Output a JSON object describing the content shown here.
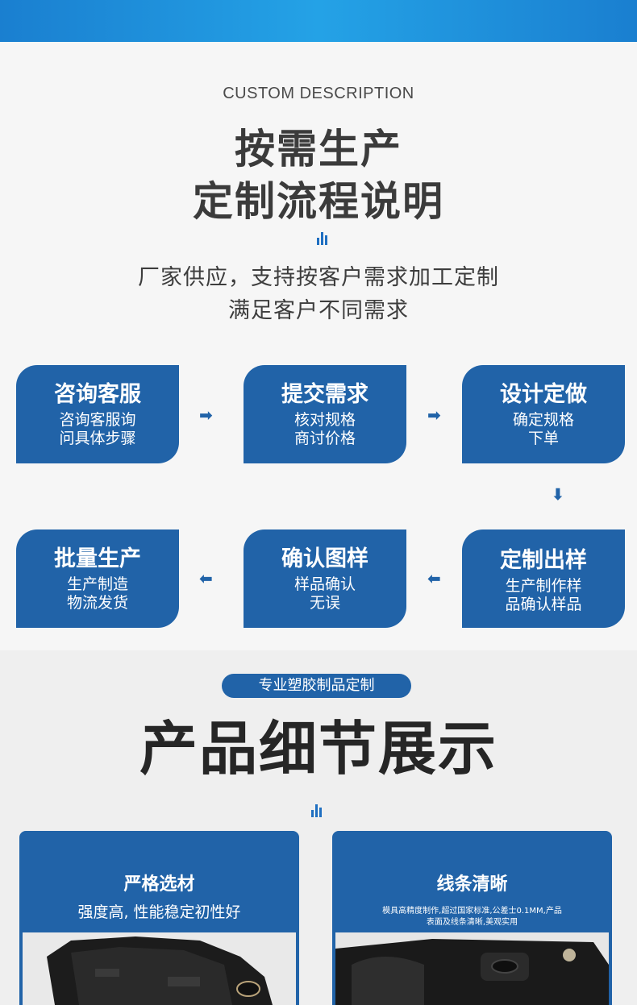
{
  "header": {
    "eyebrow": "CUSTOM DESCRIPTION",
    "title_line1": "按需生产",
    "title_line2": "定制流程说明",
    "sub_line1": "厂家供应，支持按客户需求加工定制",
    "sub_line2": "满足客户不同需求"
  },
  "process": {
    "steps": [
      {
        "title": "咨询客服",
        "desc1": "咨询客服询",
        "desc2": "问具体步骤"
      },
      {
        "title": "提交需求",
        "desc1": "核对规格",
        "desc2": "商讨价格"
      },
      {
        "title": "设计定做",
        "desc1": "确定规格",
        "desc2": "下单"
      },
      {
        "title": "定制出样",
        "desc1": "生产制作样",
        "desc2": "品确认样品"
      },
      {
        "title": "确认图样",
        "desc1": "样品确认",
        "desc2": "无误"
      },
      {
        "title": "批量生产",
        "desc1": "生产制造",
        "desc2": "物流发货"
      }
    ]
  },
  "detail": {
    "pill": "专业塑胶制品定制",
    "title": "产品细节展示",
    "features": [
      {
        "title": "严格选材",
        "desc": "强度高, 性能稳定初性好"
      },
      {
        "title": "线条清晰",
        "desc1": "模具高精度制作,超过国家标准,公差士0.1MM,产品",
        "desc2": "表面及线条清晰,美观实用"
      }
    ]
  },
  "colors": {
    "accent": "#2163a8",
    "top_bar": "#1f8fdb"
  }
}
